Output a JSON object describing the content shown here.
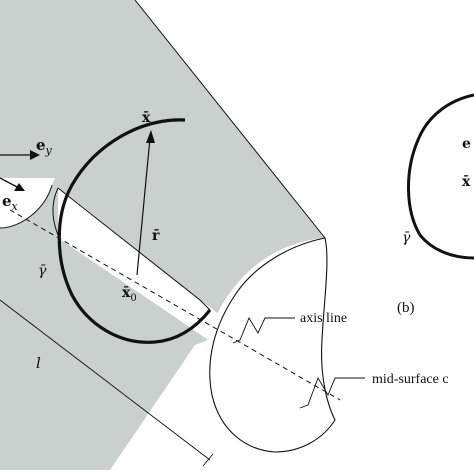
{
  "figure": {
    "labels": {
      "ex": "e",
      "ex_sub": "x",
      "ey": "e",
      "ey_sub": "y",
      "x_bar": "x̄",
      "x0": "x̄",
      "x0_sub": "0",
      "r_bar": "r̄",
      "gamma": "γ̄",
      "length": "l",
      "axis_line": "axis line",
      "mid_surface": "mid-surface c"
    },
    "panel_b": {
      "tag": "(b)",
      "e_label": "e",
      "x_label": "x̄",
      "gamma": "γ̄"
    },
    "colors": {
      "shell": "#c9d0cd",
      "line": "#111111",
      "background": "#ffffff"
    }
  }
}
